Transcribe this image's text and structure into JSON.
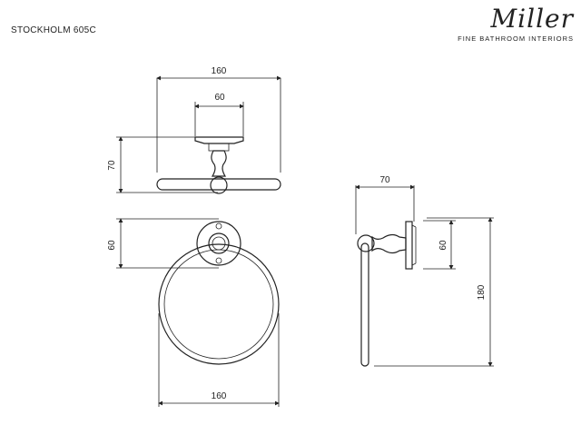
{
  "header": {
    "product_code": "STOCKHOLM 605C",
    "brand_logo": "Miller",
    "brand_tagline": "FINE BATHROOM INTERIORS"
  },
  "dimensions": {
    "top_width_overall": "160",
    "top_width_mount": "60",
    "top_depth": "70",
    "front_mount_height": "60",
    "front_ring_width": "160",
    "side_depth": "70",
    "side_mount_height": "60",
    "side_total_height": "180"
  }
}
